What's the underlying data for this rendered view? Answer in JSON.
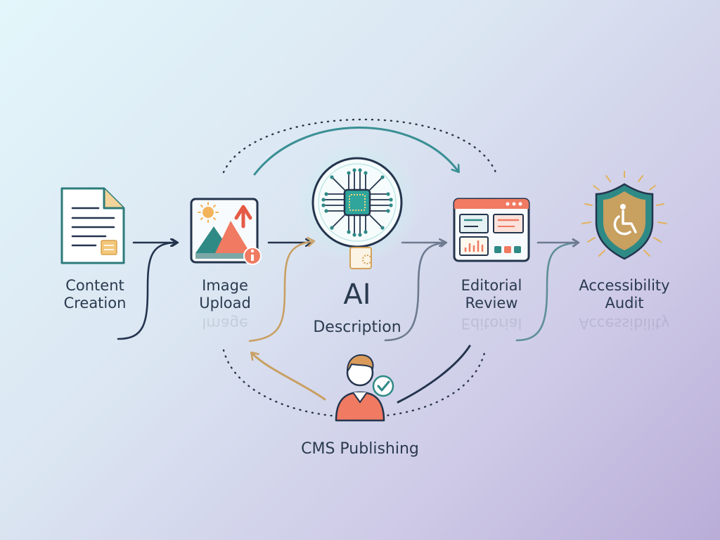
{
  "steps": {
    "content_creation": "Content\nCreation",
    "image_upload": "Image\nUpload",
    "ai": "AI",
    "description": "Description",
    "editorial_review": "Editorial\nReview",
    "accessibility_audit": "Accessibility\nAudit",
    "cms_publishing": "CMS Publishing"
  },
  "icons": {
    "content_creation": "document-icon",
    "image_upload": "image-upload-icon",
    "ai": "ai-chip-icon",
    "editorial_review": "browser-window-icon",
    "accessibility_audit": "accessibility-shield-icon",
    "cms_publishing": "user-check-icon"
  },
  "colors": {
    "navy": "#24344d",
    "teal": "#2e8a8a",
    "gold": "#c9a063",
    "coral": "#f07a62",
    "slate": "#6d7a90"
  }
}
